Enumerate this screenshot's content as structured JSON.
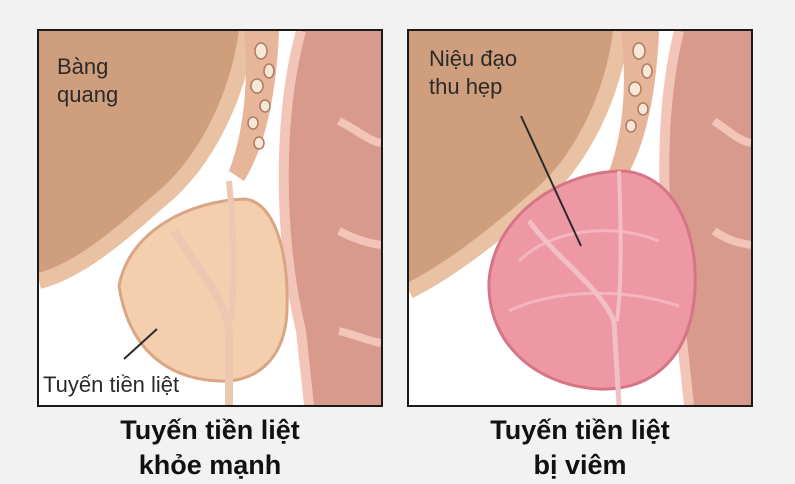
{
  "left_panel": {
    "bladder_label": "Bàng\nquang",
    "prostate_label": "Tuyến tiền liệt",
    "caption_line1": "Tuyến tiền liệt",
    "caption_line2": "khỏe mạnh"
  },
  "right_panel": {
    "urethra_label": "Niệu đạo\nthu hẹp",
    "caption_line1": "Tuyến tiền liệt",
    "caption_line2": "bị viêm"
  },
  "colors": {
    "bladder": "#cf9f7d",
    "bladder_wall": "#e9c2a4",
    "healthy_prostate": "#f3cfae",
    "inflamed_prostate": "#ee98a4",
    "rectum": "#d89a8c",
    "tissue_light": "#f6dccb"
  }
}
